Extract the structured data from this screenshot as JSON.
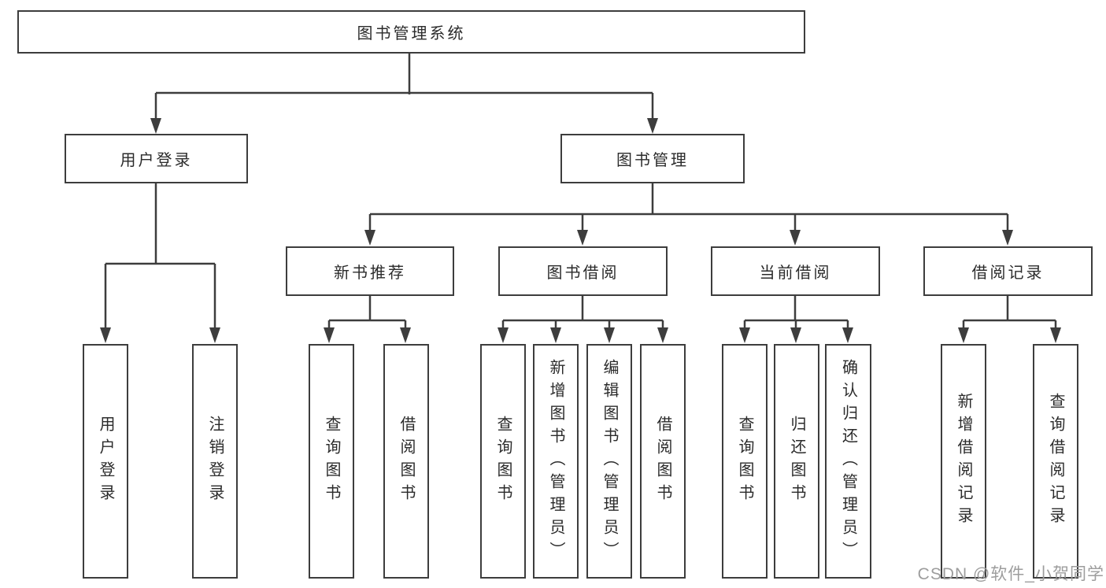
{
  "diagram": {
    "title": "图书管理系统",
    "type": "functional-structure-tree",
    "watermark": "CSDN @软件_小贺同学",
    "colors": {
      "line": "#3d3d3d",
      "box_border": "#3d3d3d",
      "text": "#2b2b2b",
      "watermark": "#9d9d9d",
      "background": "#ffffff"
    }
  },
  "nodes": {
    "root": "图书管理系统",
    "user_login": "用户登录",
    "book_mgmt": "图书管理",
    "new_book_rec": "新书推荐",
    "book_borrow": "图书借阅",
    "current_borrow": "当前借阅",
    "borrow_records": "借阅记录",
    "leaf_login": "用户登录",
    "leaf_logout": "注销登录",
    "leaf_query_books_a": "查询图书",
    "leaf_borrow_books_a": "借阅图书",
    "leaf_query_books_b": "查询图书",
    "leaf_add_book_admin": "新增图书（管理员）",
    "leaf_edit_book_admin": "编辑图书（管理员）",
    "leaf_borrow_books_b": "借阅图书",
    "leaf_query_books_c": "查询图书",
    "leaf_return_books": "归还图书",
    "leaf_confirm_return_admin": "确认归还（管理员）",
    "leaf_add_borrow_record": "新增借阅记录",
    "leaf_query_borrow_record": "查询借阅记录"
  },
  "hierarchy": {
    "图书管理系统": {
      "用户登录": [
        "用户登录",
        "注销登录"
      ],
      "图书管理": {
        "新书推荐": [
          "查询图书",
          "借阅图书"
        ],
        "图书借阅": [
          "查询图书",
          "新增图书（管理员）",
          "编辑图书（管理员）",
          "借阅图书"
        ],
        "当前借阅": [
          "查询图书",
          "归还图书",
          "确认归还（管理员）"
        ],
        "借阅记录": [
          "新增借阅记录",
          "查询借阅记录"
        ]
      }
    }
  }
}
